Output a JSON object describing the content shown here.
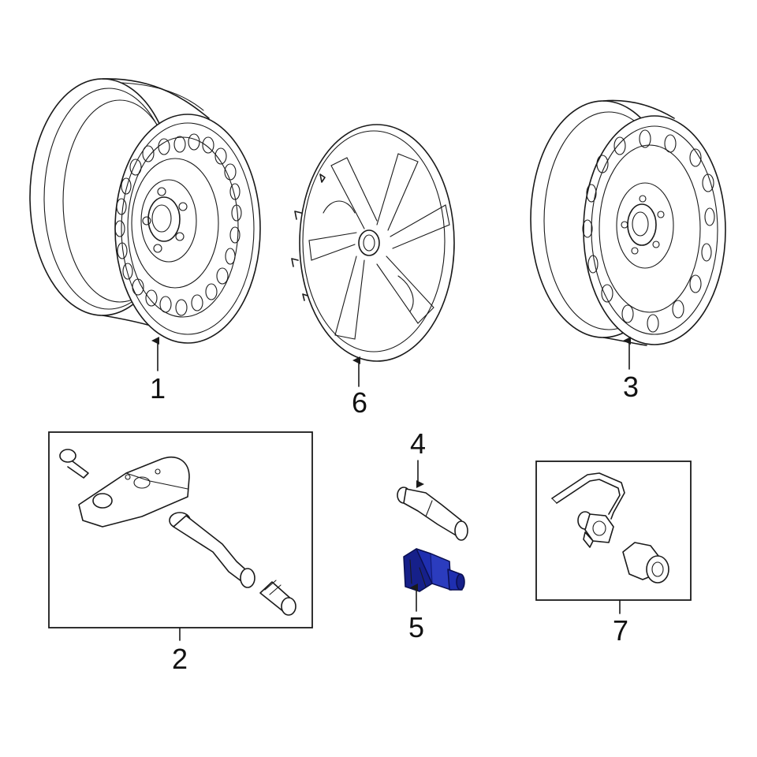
{
  "diagram": {
    "highlight_color": "#1f2fb0",
    "callouts": [
      {
        "id": "1",
        "label": "1"
      },
      {
        "id": "6",
        "label": "6"
      },
      {
        "id": "3",
        "label": "3"
      },
      {
        "id": "2",
        "label": "2"
      },
      {
        "id": "4",
        "label": "4"
      },
      {
        "id": "5",
        "label": "5"
      },
      {
        "id": "7",
        "label": "7"
      }
    ],
    "highlighted_part": "5"
  }
}
